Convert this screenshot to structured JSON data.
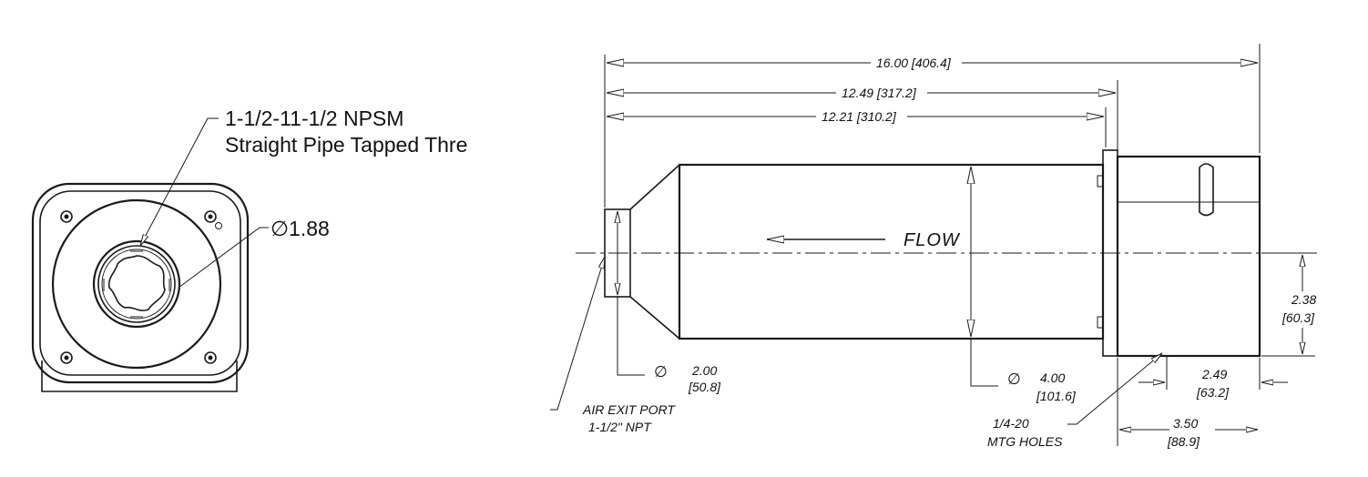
{
  "front_view": {
    "thread_callout_line1": "1-1/2-11-1/2 NPSM",
    "thread_callout_line2": "Straight Pipe Tapped Thre",
    "bore_diameter": "∅1.88"
  },
  "side_view": {
    "overall_length": "16.00 [406.4]",
    "length_to_flange": "12.49 [317.2]",
    "body_length": "12.21 [310.2]",
    "flow_label": "FLOW",
    "outlet_dia_symbol": "∅",
    "outlet_dia_in": "2.00",
    "outlet_dia_mm": "[50.8]",
    "body_dia_symbol": "∅",
    "body_dia_in": "4.00",
    "body_dia_mm": "[101.6]",
    "air_exit_line1": "AIR EXIT PORT",
    "air_exit_line2": "1-1/2\" NPT",
    "mtg_line1": "1/4-20",
    "mtg_line2": "MTG HOLES",
    "height_in": "2.38",
    "height_mm": "[60.3]",
    "hole_spacing_in": "2.49",
    "hole_spacing_mm": "[63.2]",
    "motor_len_in": "3.50",
    "motor_len_mm": "[88.9]"
  }
}
